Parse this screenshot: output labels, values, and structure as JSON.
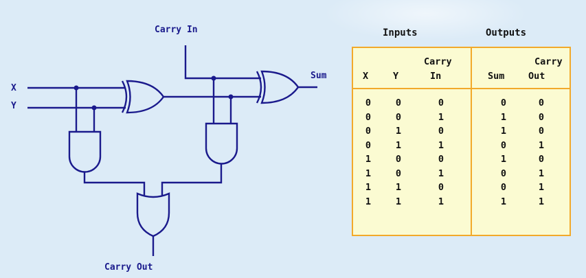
{
  "diagram": {
    "labels": {
      "carry_in": "Carry In",
      "x": "X",
      "y": "Y",
      "sum": "Sum",
      "carry_out": "Carry Out"
    },
    "gates": [
      "xor-gate-1",
      "xor-gate-2",
      "and-gate-1",
      "and-gate-2",
      "or-gate"
    ]
  },
  "truth_table": {
    "group_inputs": "Inputs",
    "group_outputs": "Outputs",
    "headers": {
      "x": "X",
      "y": "Y",
      "carry_in_top": "Carry",
      "carry_in_bottom": "In",
      "sum": "Sum",
      "carry_out_top": "Carry",
      "carry_out_bottom": "Out"
    },
    "rows": [
      [
        "0",
        "0",
        "0",
        "0",
        "0"
      ],
      [
        "0",
        "0",
        "1",
        "1",
        "0"
      ],
      [
        "0",
        "1",
        "0",
        "1",
        "0"
      ],
      [
        "0",
        "1",
        "1",
        "0",
        "1"
      ],
      [
        "1",
        "0",
        "0",
        "1",
        "0"
      ],
      [
        "1",
        "0",
        "1",
        "0",
        "1"
      ],
      [
        "1",
        "1",
        "0",
        "0",
        "1"
      ],
      [
        "1",
        "1",
        "1",
        "1",
        "1"
      ]
    ]
  },
  "colors": {
    "background": "#dcebf7",
    "wire": "#1a1a8c",
    "table_fill": "#fbfbd2",
    "table_border": "#f2a92a"
  }
}
